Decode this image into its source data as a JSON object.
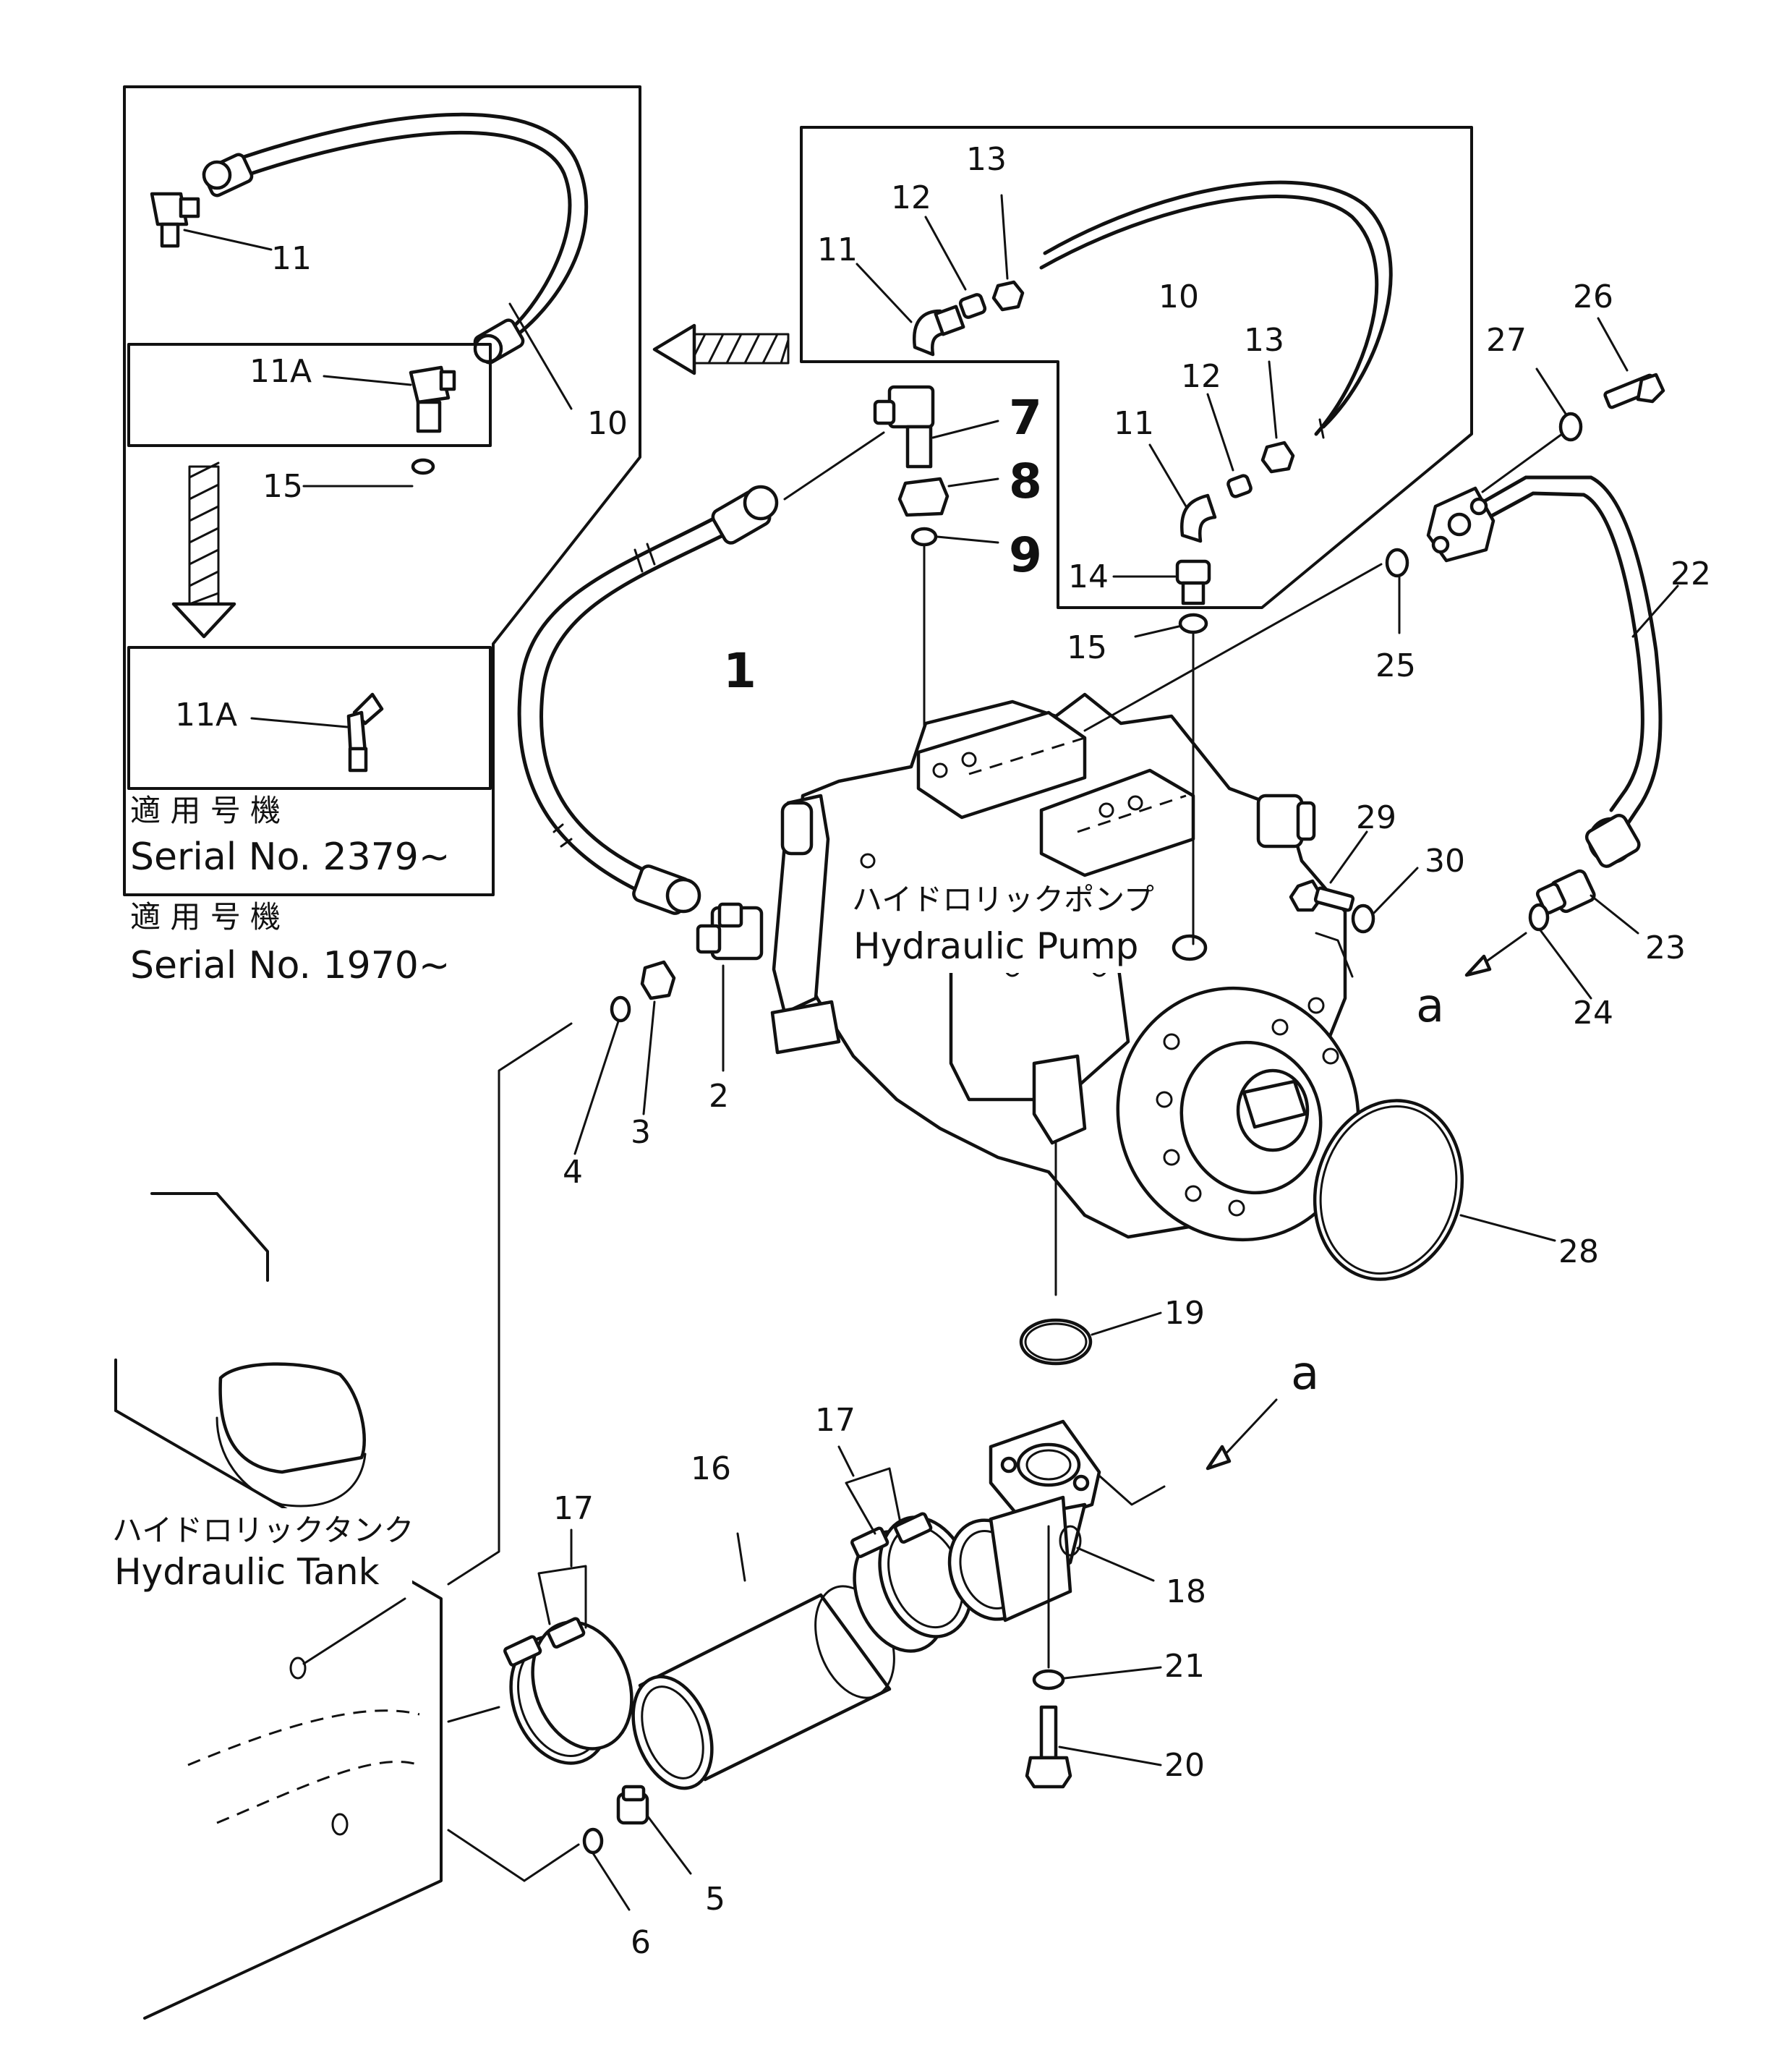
{
  "labels": {
    "pump_jp": "ハイドロリックポンプ",
    "pump_en": "Hydraulic Pump",
    "tank_jp": "ハイドロリックタンク",
    "tank_en": "Hydraulic Tank",
    "applicable_jp_1": "適 用 号 機",
    "serial_1": "Serial No. 2379~",
    "applicable_jp_2": "適 用 号 機",
    "serial_2": "Serial No. 1970~",
    "view_a_1": "a",
    "view_a_2": "a"
  },
  "callouts": {
    "c1": "1",
    "c2": "2",
    "c3": "3",
    "c4": "4",
    "c5": "5",
    "c6": "6",
    "c7": "7",
    "c8": "8",
    "c9": "9",
    "c10_left": "10",
    "c10_right": "10",
    "c11_left": "11",
    "c11a_upper": "11A",
    "c11a_lower": "11A",
    "c11_top": "11",
    "c11_mid": "11",
    "c12_top": "12",
    "c12_mid": "12",
    "c13_top": "13",
    "c13_mid": "13",
    "c14": "14",
    "c15_left": "15",
    "c15_right": "15",
    "c16": "16",
    "c17_left": "17",
    "c17_right": "17",
    "c18": "18",
    "c19": "19",
    "c20": "20",
    "c21": "21",
    "c22": "22",
    "c23": "23",
    "c24": "24",
    "c25": "25",
    "c26": "26",
    "c27": "27",
    "c28": "28",
    "c29": "29",
    "c30": "30"
  }
}
